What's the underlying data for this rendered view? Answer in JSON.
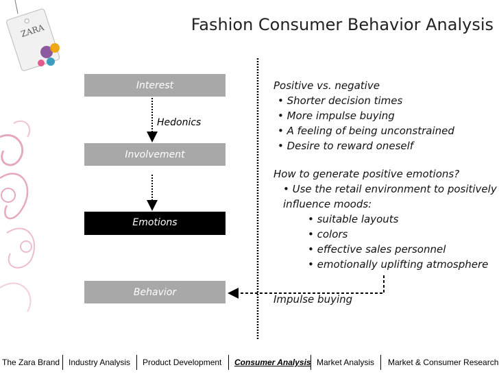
{
  "title": "Fashion Consumer Behavior Analysis",
  "logo_text": "ZARA",
  "boxes": {
    "interest": "Interest",
    "involvement": "Involvement",
    "emotions": "Emotions",
    "behavior": "Behavior"
  },
  "hedonics": "Hedonics",
  "right": {
    "heading1": "Positive vs. negative",
    "bullets1": [
      "• Shorter decision times",
      "• More impulse buying",
      "• A feeling of being unconstrained",
      "• Desire to reward oneself"
    ],
    "heading2": "How to generate positive emotions?",
    "sub_bullet_line1": "• Use the retail environment to positively",
    "sub_bullet_line2": "influence moods:",
    "bullets2": [
      "• suitable layouts",
      "• colors",
      "• effective sales personnel",
      "• emotionally uplifting atmosphere"
    ],
    "impulse": "Impulse buying"
  },
  "footer": {
    "items": [
      "The Zara Brand",
      "Industry Analysis",
      "Product Development",
      "Consumer Analysis",
      "Market Analysis",
      "Market & Consumer Research"
    ]
  },
  "colors": {
    "box_gray": "#a8a8a8",
    "box_dark": "#000000",
    "decor_pink": "#e6a8c0"
  }
}
